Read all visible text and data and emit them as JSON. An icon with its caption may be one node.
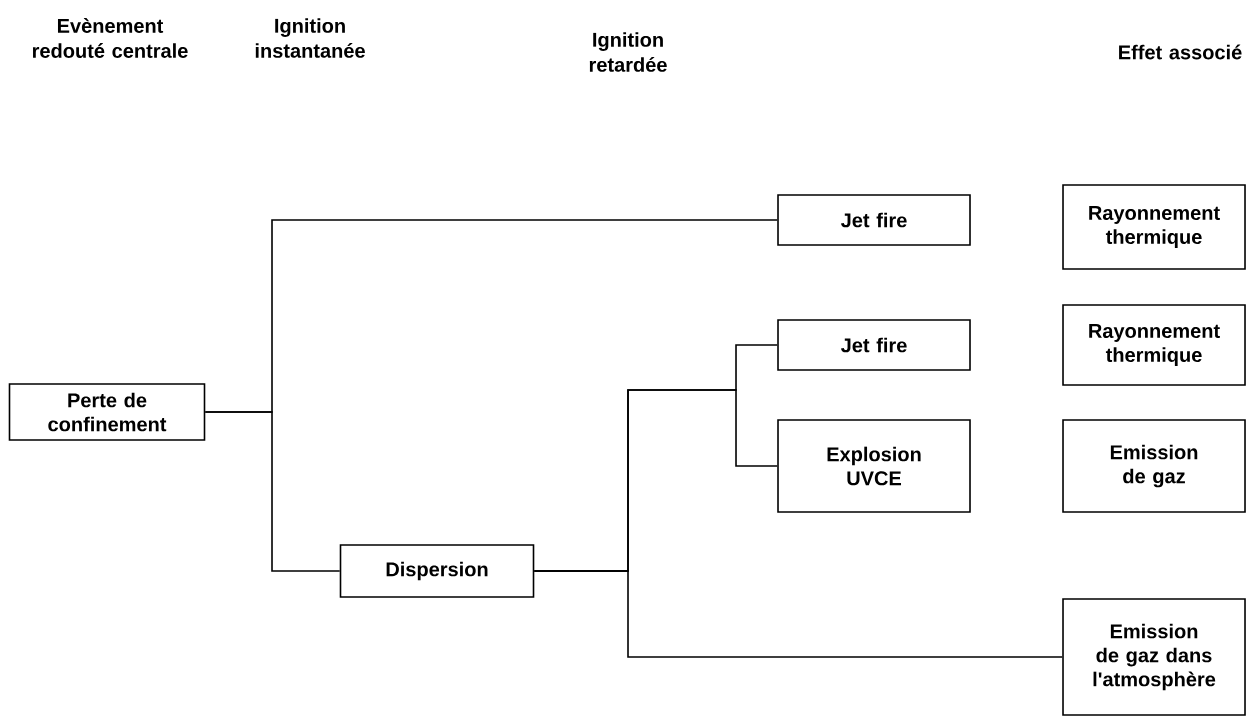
{
  "diagram": {
    "nodes": [
      {
        "text": [
          "Perte de confinement"
        ]
      },
      {
        "text": [
          "Jet fire"
        ]
      },
      {
        "text": [
          "Dispersion"
        ]
      },
      {
        "text": [
          "Jet fire"
        ]
      },
      {
        "text": [
          "Explosion UVCE"
        ]
      },
      {
        "text": [
          "Rayonnement thermique"
        ]
      },
      {
        "text": [
          "Rayonnement thermique"
        ]
      },
      {
        "text": [
          "Emission de gaz"
        ]
      },
      {
        "text": [
          "Emission de gaz dans l'atmosphère"
        ]
      }
    ],
    "edges": [
      {
        "from": 0,
        "to": 1,
        "arrow": "none"
      },
      {
        "from": 0,
        "to": 2,
        "arrow": "none"
      },
      {
        "from": 2,
        "to": 3,
        "arrow": "none"
      },
      {
        "from": 2,
        "to": 4,
        "arrow": "none"
      },
      {
        "from": 2,
        "to": 8,
        "arrow": "none"
      }
    ],
    "labels": [
      "Evènement redouté centrale",
      "Ignition instantanée",
      "Ignition retardée",
      "Effet associé"
    ]
  }
}
